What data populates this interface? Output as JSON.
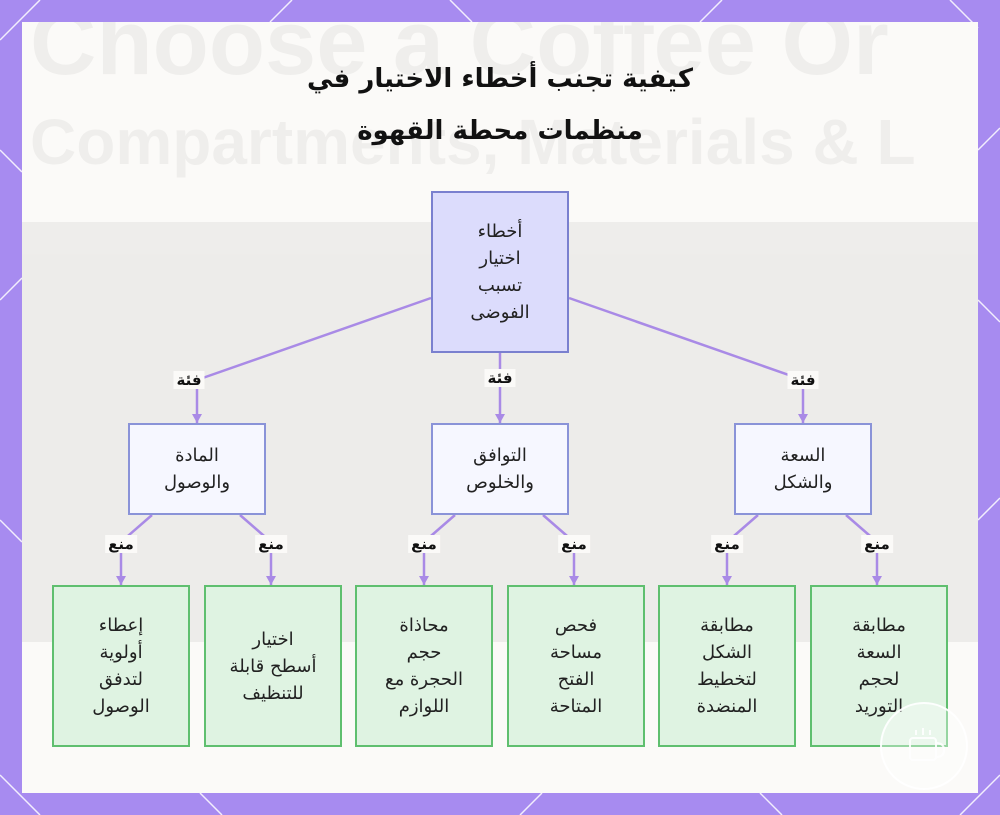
{
  "title": {
    "line1": "كيفية تجنب أخطاء الاختيار في",
    "line2": "منظمات محطة القهوة"
  },
  "background_text": {
    "line1": "Choose a Coffee Or",
    "line2": "Compartments, Materials & L"
  },
  "root": {
    "label": [
      "أخطاء",
      "اختيار",
      "تسبب",
      "الفوضى"
    ]
  },
  "edge_labels": {
    "category": "فئة",
    "prevent": "منع"
  },
  "categories": [
    {
      "label": [
        "المادة",
        "والوصول"
      ]
    },
    {
      "label": [
        "التوافق",
        "والخلوص"
      ]
    },
    {
      "label": [
        "السعة",
        "والشكل"
      ]
    }
  ],
  "leaves": [
    {
      "label": [
        "إعطاء",
        "أولوية",
        "لتدفق",
        "الوصول"
      ]
    },
    {
      "label": [
        "اختيار",
        "أسطح قابلة",
        "للتنظيف"
      ]
    },
    {
      "label": [
        "محاذاة",
        "حجم",
        "الحجرة مع",
        "اللوازم"
      ]
    },
    {
      "label": [
        "فحص",
        "مساحة",
        "الفتح",
        "المتاحة"
      ]
    },
    {
      "label": [
        "مطابقة",
        "الشكل",
        "لتخطيط",
        "المنضدة"
      ]
    },
    {
      "label": [
        "مطابقة",
        "السعة",
        "لحجم",
        "التوريد"
      ]
    }
  ],
  "colors": {
    "frame": "#a78bf0",
    "edge": "#a98ae6",
    "root_fill": "#dcdcfc",
    "category_fill": "#f6f7ff",
    "leaf_fill": "#dff3e2",
    "leaf_border": "#5fbf6f"
  }
}
